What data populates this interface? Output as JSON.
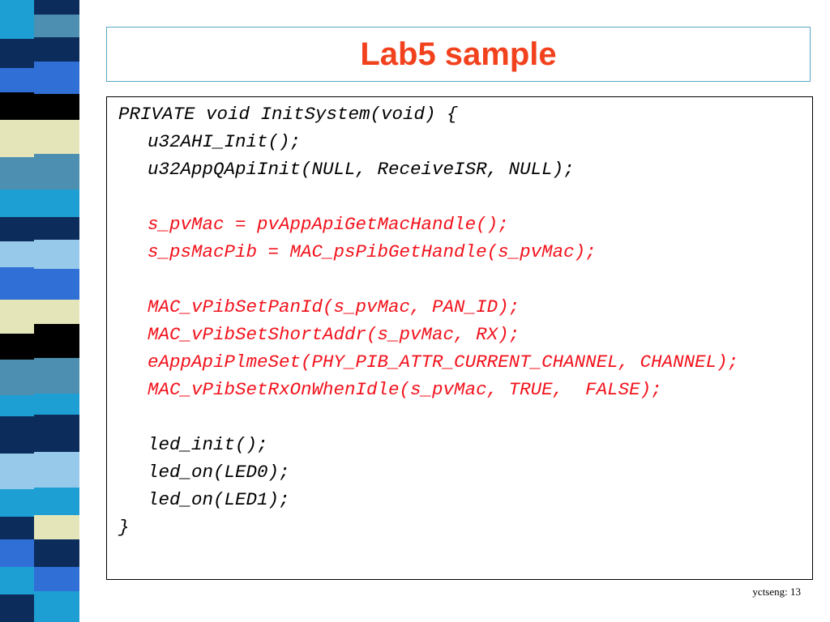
{
  "slide": {
    "title": "Lab5 sample",
    "footer": "yctseng: 13",
    "colors": {
      "title": "#f2411d",
      "highlight": "#f2121c",
      "title_border": "#5aa6c6"
    }
  },
  "code": {
    "lines": [
      {
        "text": "PRIVATE void InitSystem(void) {",
        "highlight": false
      },
      {
        "text": "u32AHI_Init();",
        "highlight": false
      },
      {
        "text": "u32AppQApiInit(NULL, ReceiveISR, NULL);",
        "highlight": false
      },
      {
        "text": "",
        "highlight": false
      },
      {
        "text": "s_pvMac = pvAppApiGetMacHandle();",
        "highlight": true
      },
      {
        "text": "s_psMacPib = MAC_psPibGetHandle(s_pvMac);",
        "highlight": true
      },
      {
        "text": "",
        "highlight": false
      },
      {
        "text": "MAC_vPibSetPanId(s_pvMac, PAN_ID);",
        "highlight": true
      },
      {
        "text": "MAC_vPibSetShortAddr(s_pvMac, RX);",
        "highlight": true
      },
      {
        "text": "eAppApiPlmeSet(PHY_PIB_ATTR_CURRENT_CHANNEL, CHANNEL);",
        "highlight": true
      },
      {
        "text": "MAC_vPibSetRxOnWhenIdle(s_pvMac, TRUE,  FALSE);",
        "highlight": true
      },
      {
        "text": "",
        "highlight": false
      },
      {
        "text": "led_init();",
        "highlight": false
      },
      {
        "text": "led_on(LED0);",
        "highlight": false
      },
      {
        "text": "led_on(LED1);",
        "highlight": false
      },
      {
        "text": "}",
        "highlight": false
      }
    ]
  }
}
